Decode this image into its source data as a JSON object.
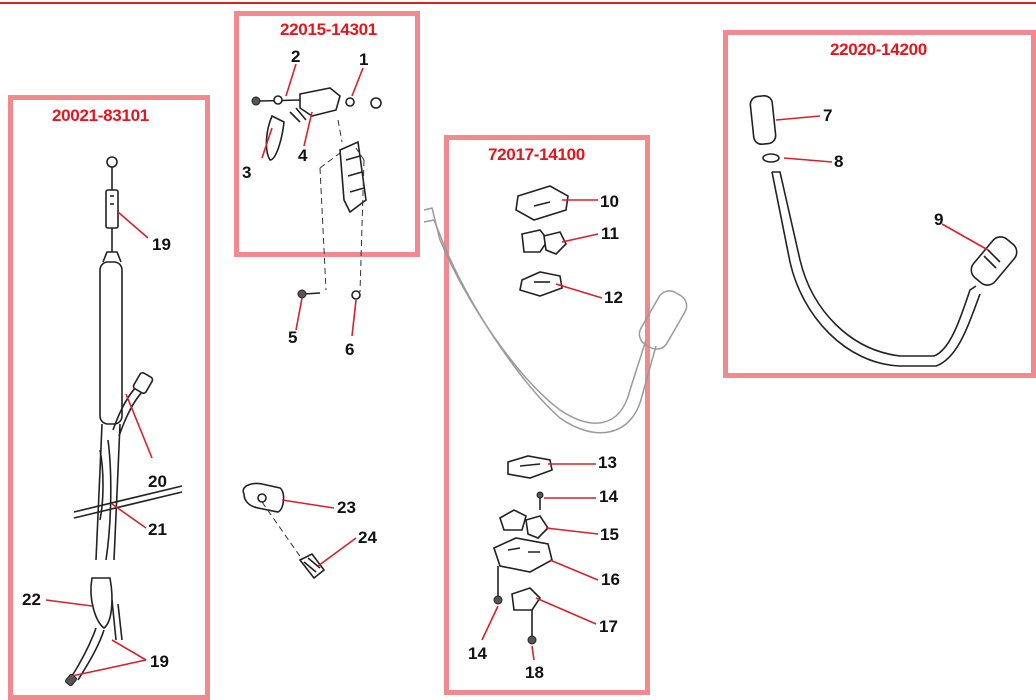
{
  "diagram": {
    "kits": [
      {
        "id": "kit-left",
        "part_number": "20021-83101"
      },
      {
        "id": "kit-lever",
        "part_number": "22015-14301"
      },
      {
        "id": "kit-center",
        "part_number": "72017-14100"
      },
      {
        "id": "kit-right",
        "part_number": "22020-14200"
      }
    ],
    "callouts": [
      "1",
      "2",
      "3",
      "4",
      "5",
      "6",
      "7",
      "8",
      "9",
      "10",
      "11",
      "12",
      "13",
      "14",
      "15",
      "16",
      "17",
      "14",
      "18",
      "19",
      "20",
      "21",
      "22",
      "19",
      "23",
      "24"
    ],
    "colors": {
      "kit_label": "#e4161c",
      "box_border": "#f08a8f",
      "leader": "#d6222a",
      "top_rule": "#e02020"
    }
  }
}
